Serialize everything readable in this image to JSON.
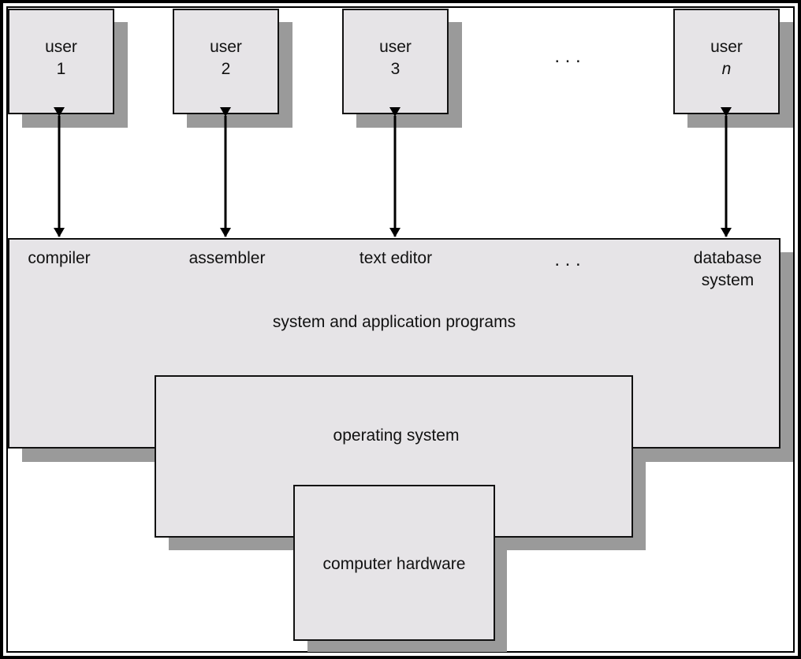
{
  "users": [
    {
      "line1": "user",
      "line2": "1"
    },
    {
      "line1": "user",
      "line2": "2"
    },
    {
      "line1": "user",
      "line2": "3"
    },
    {
      "line1": "user",
      "line2": "n"
    }
  ],
  "users_ellipsis": ". . .",
  "programs": {
    "compiler": "compiler",
    "assembler": "assembler",
    "text_editor": "text editor",
    "ellipsis": ". . .",
    "database_line1": "database",
    "database_line2": "system"
  },
  "layer_labels": {
    "system_programs": "system and application programs",
    "operating_system": "operating system",
    "hardware": "computer hardware"
  },
  "colors": {
    "box_fill": "#e6e4e7",
    "shadow": "#9a9a9a",
    "border": "#111111"
  }
}
